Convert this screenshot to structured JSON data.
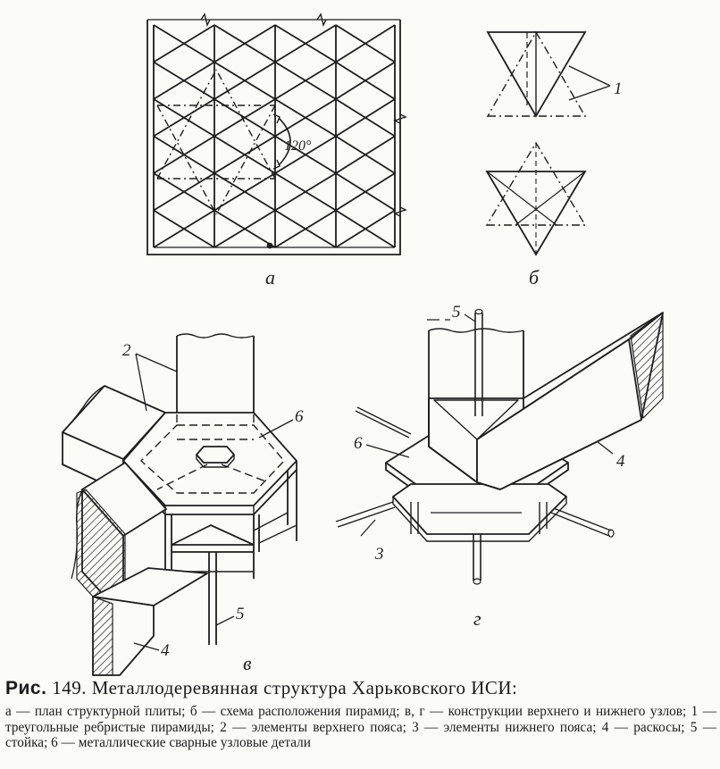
{
  "labels": {
    "a": "а",
    "b": "б",
    "v": "в",
    "g": "г",
    "angle": "120°",
    "n1": "1",
    "n2": "2",
    "n3": "3",
    "n4": "4",
    "n4b": "4",
    "n5": "5",
    "n5b": "5",
    "n6": "6",
    "n6b": "6"
  },
  "caption": {
    "fig_prefix": "Рис.",
    "fig_number": "149.",
    "title": "Металлодеревянная структура Харьковского ИСИ:",
    "body": "а — план структурной плиты; б — схема расположения пирамид; в, г — конструкции верхнего и нижнего узлов; 1 — треугольные ребристые пирамиды; 2 — элементы верхнего пояса; 3 — элементы нижнего пояса; 4 — раскосы; 5 — стойка; 6 — металлические сварные узловые детали"
  }
}
